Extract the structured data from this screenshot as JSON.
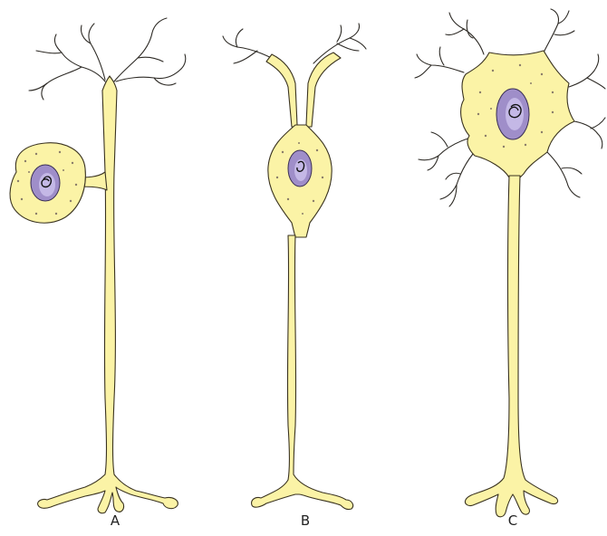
{
  "panels": [
    {
      "id": "A",
      "label": "A"
    },
    {
      "id": "B",
      "label": "B"
    },
    {
      "id": "C",
      "label": "C"
    }
  ],
  "colors": {
    "cytoplasm": "#fbf3a6",
    "nucleus": "#9f8ec9",
    "outline": "#3a3320"
  }
}
